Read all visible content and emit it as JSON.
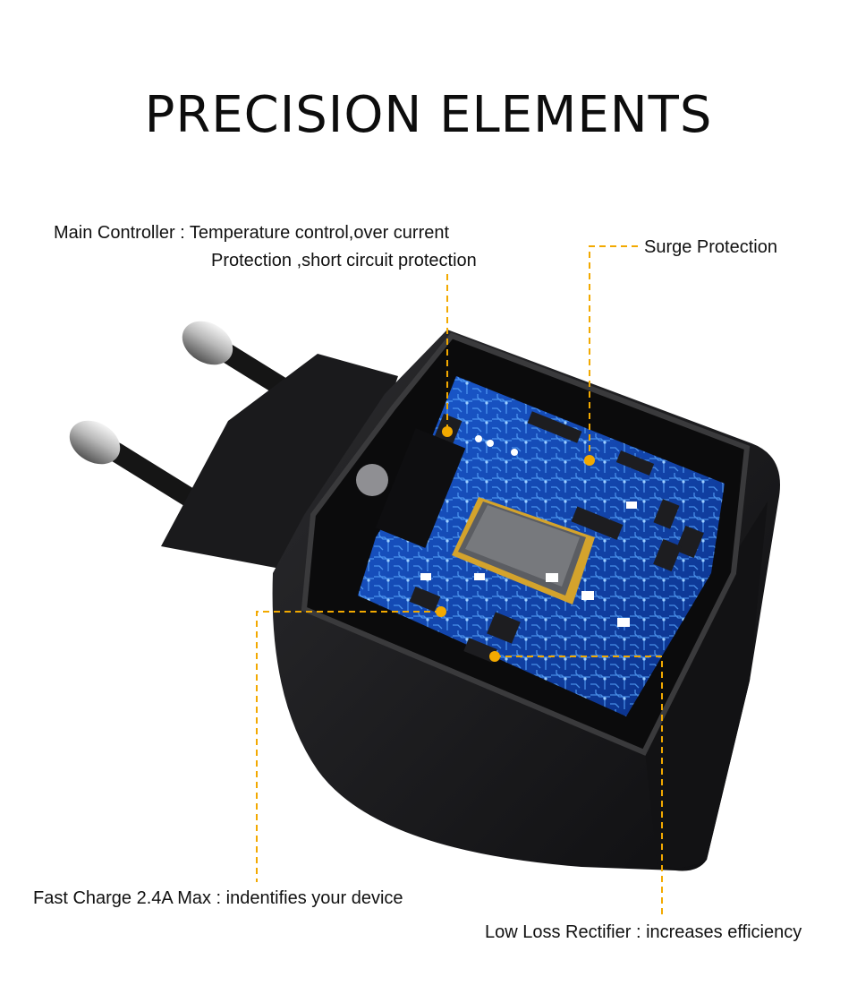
{
  "title": "PRECISION ELEMENTS",
  "callouts": {
    "main_controller_line1": "Main Controller : Temperature control,over current",
    "main_controller_line2": "Protection ,short circuit protection",
    "surge_protection": "Surge Protection",
    "fast_charge": "Fast Charge 2.4A Max : indentifies your device",
    "low_loss_rectifier": "Low Loss Rectifier : increases efficiency"
  },
  "colors": {
    "background": "#ffffff",
    "callout_line": "#f2a900",
    "housing": "#1c1c1e",
    "pcb": "#0f3fa8"
  }
}
